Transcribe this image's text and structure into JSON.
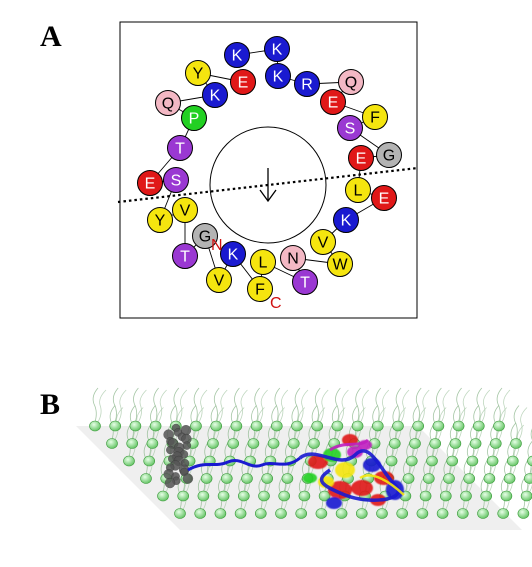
{
  "panels": {
    "a": {
      "label": "A"
    },
    "b": {
      "label": "B"
    }
  },
  "helical_wheel": {
    "residues": [
      {
        "letter": "K",
        "color": "#1a1ad0",
        "text_color": "#ffffff"
      },
      {
        "letter": "K",
        "color": "#1a1ad0",
        "text_color": "#ffffff"
      },
      {
        "letter": "K",
        "color": "#1a1ad0",
        "text_color": "#ffffff"
      },
      {
        "letter": "R",
        "color": "#1a1ad0",
        "text_color": "#ffffff"
      },
      {
        "letter": "Q",
        "color": "#f3b8c4",
        "text_color": "#000000"
      },
      {
        "letter": "E",
        "color": "#e01818",
        "text_color": "#ffffff"
      },
      {
        "letter": "F",
        "color": "#f5e50f",
        "text_color": "#000000"
      },
      {
        "letter": "S",
        "color": "#9a38d2",
        "text_color": "#ffffff"
      },
      {
        "letter": "G",
        "color": "#b3b3b3",
        "text_color": "#000000"
      },
      {
        "letter": "E",
        "color": "#e01818",
        "text_color": "#ffffff"
      },
      {
        "letter": "L",
        "color": "#f5e50f",
        "text_color": "#000000"
      },
      {
        "letter": "E",
        "color": "#e01818",
        "text_color": "#ffffff"
      },
      {
        "letter": "K",
        "color": "#1a1ad0",
        "text_color": "#ffffff"
      },
      {
        "letter": "V",
        "color": "#f5e50f",
        "text_color": "#000000"
      },
      {
        "letter": "W",
        "color": "#f5e50f",
        "text_color": "#000000"
      },
      {
        "letter": "N",
        "color": "#f3b8c4",
        "text_color": "#000000"
      },
      {
        "letter": "T",
        "color": "#9a38d2",
        "text_color": "#ffffff"
      },
      {
        "letter": "L",
        "color": "#f5e50f",
        "text_color": "#000000"
      },
      {
        "letter": "F",
        "color": "#f5e50f",
        "text_color": "#000000"
      },
      {
        "letter": "K",
        "color": "#1a1ad0",
        "text_color": "#ffffff"
      },
      {
        "letter": "V",
        "color": "#f5e50f",
        "text_color": "#000000"
      },
      {
        "letter": "G",
        "color": "#b3b3b3",
        "text_color": "#000000"
      },
      {
        "letter": "T",
        "color": "#9a38d2",
        "text_color": "#ffffff"
      },
      {
        "letter": "V",
        "color": "#f5e50f",
        "text_color": "#000000"
      },
      {
        "letter": "Y",
        "color": "#f5e50f",
        "text_color": "#000000"
      },
      {
        "letter": "S",
        "color": "#9a38d2",
        "text_color": "#ffffff"
      },
      {
        "letter": "E",
        "color": "#e01818",
        "text_color": "#ffffff"
      },
      {
        "letter": "T",
        "color": "#9a38d2",
        "text_color": "#ffffff"
      },
      {
        "letter": "P",
        "color": "#22d022",
        "text_color": "#ffffff"
      },
      {
        "letter": "Q",
        "color": "#f3b8c4",
        "text_color": "#000000"
      },
      {
        "letter": "K",
        "color": "#1a1ad0",
        "text_color": "#ffffff"
      },
      {
        "letter": "Y",
        "color": "#f5e50f",
        "text_color": "#000000"
      },
      {
        "letter": "E",
        "color": "#e01818",
        "text_color": "#ffffff"
      }
    ],
    "n_terminus": "N",
    "c_terminus": "C"
  },
  "membrane": {
    "lipid_color": "#9ee89e",
    "lipid_edge_color": "#3a9a3a",
    "helix_colors": [
      "#1a1ad0",
      "#e01818",
      "#22d022",
      "#f5e50f",
      "#c020c0"
    ],
    "anchor_color": "#555555"
  }
}
